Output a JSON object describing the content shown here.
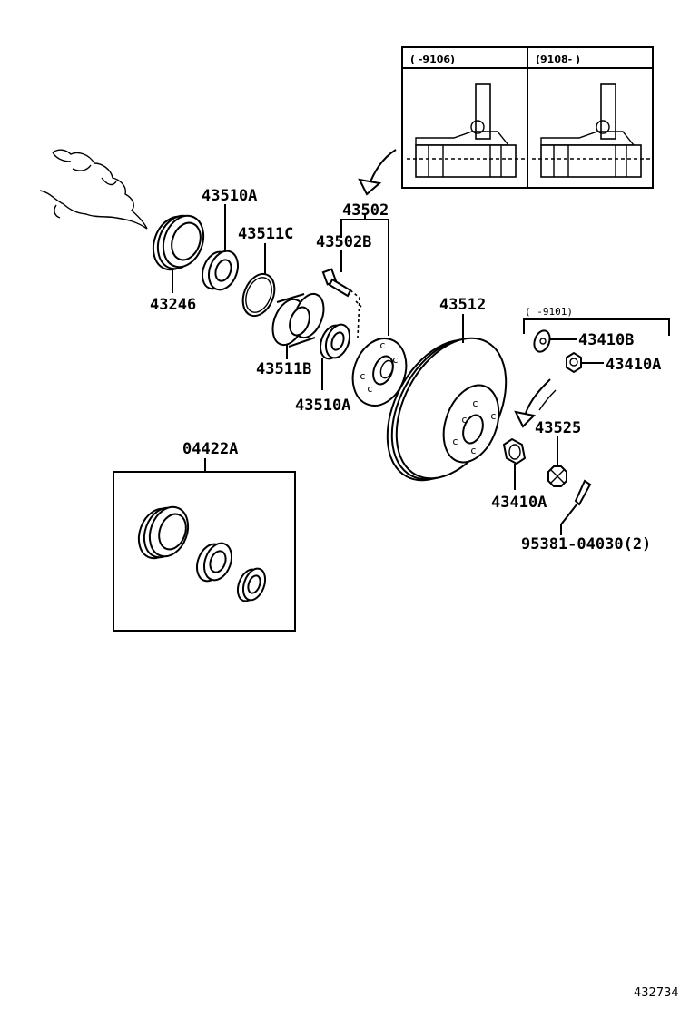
{
  "diagram": {
    "inset": {
      "left_header": "(      -9106)",
      "right_header": "(9108-      )"
    },
    "parts": {
      "p43510A_top": "43510A",
      "p43511C": "43511C",
      "p43502": "43502",
      "p43502B": "43502B",
      "p43246": "43246",
      "p43511B": "43511B",
      "p43510A_mid": "43510A",
      "p43512": "43512",
      "p43410B": "43410B",
      "p43410A_right": "43410A",
      "p43525": "43525",
      "p43410A_bottom": "43410A",
      "p95381": "95381-04030(2)",
      "p04422A": "04422A"
    },
    "bracket_note": "(      -9101)",
    "reference_number": "432734"
  }
}
